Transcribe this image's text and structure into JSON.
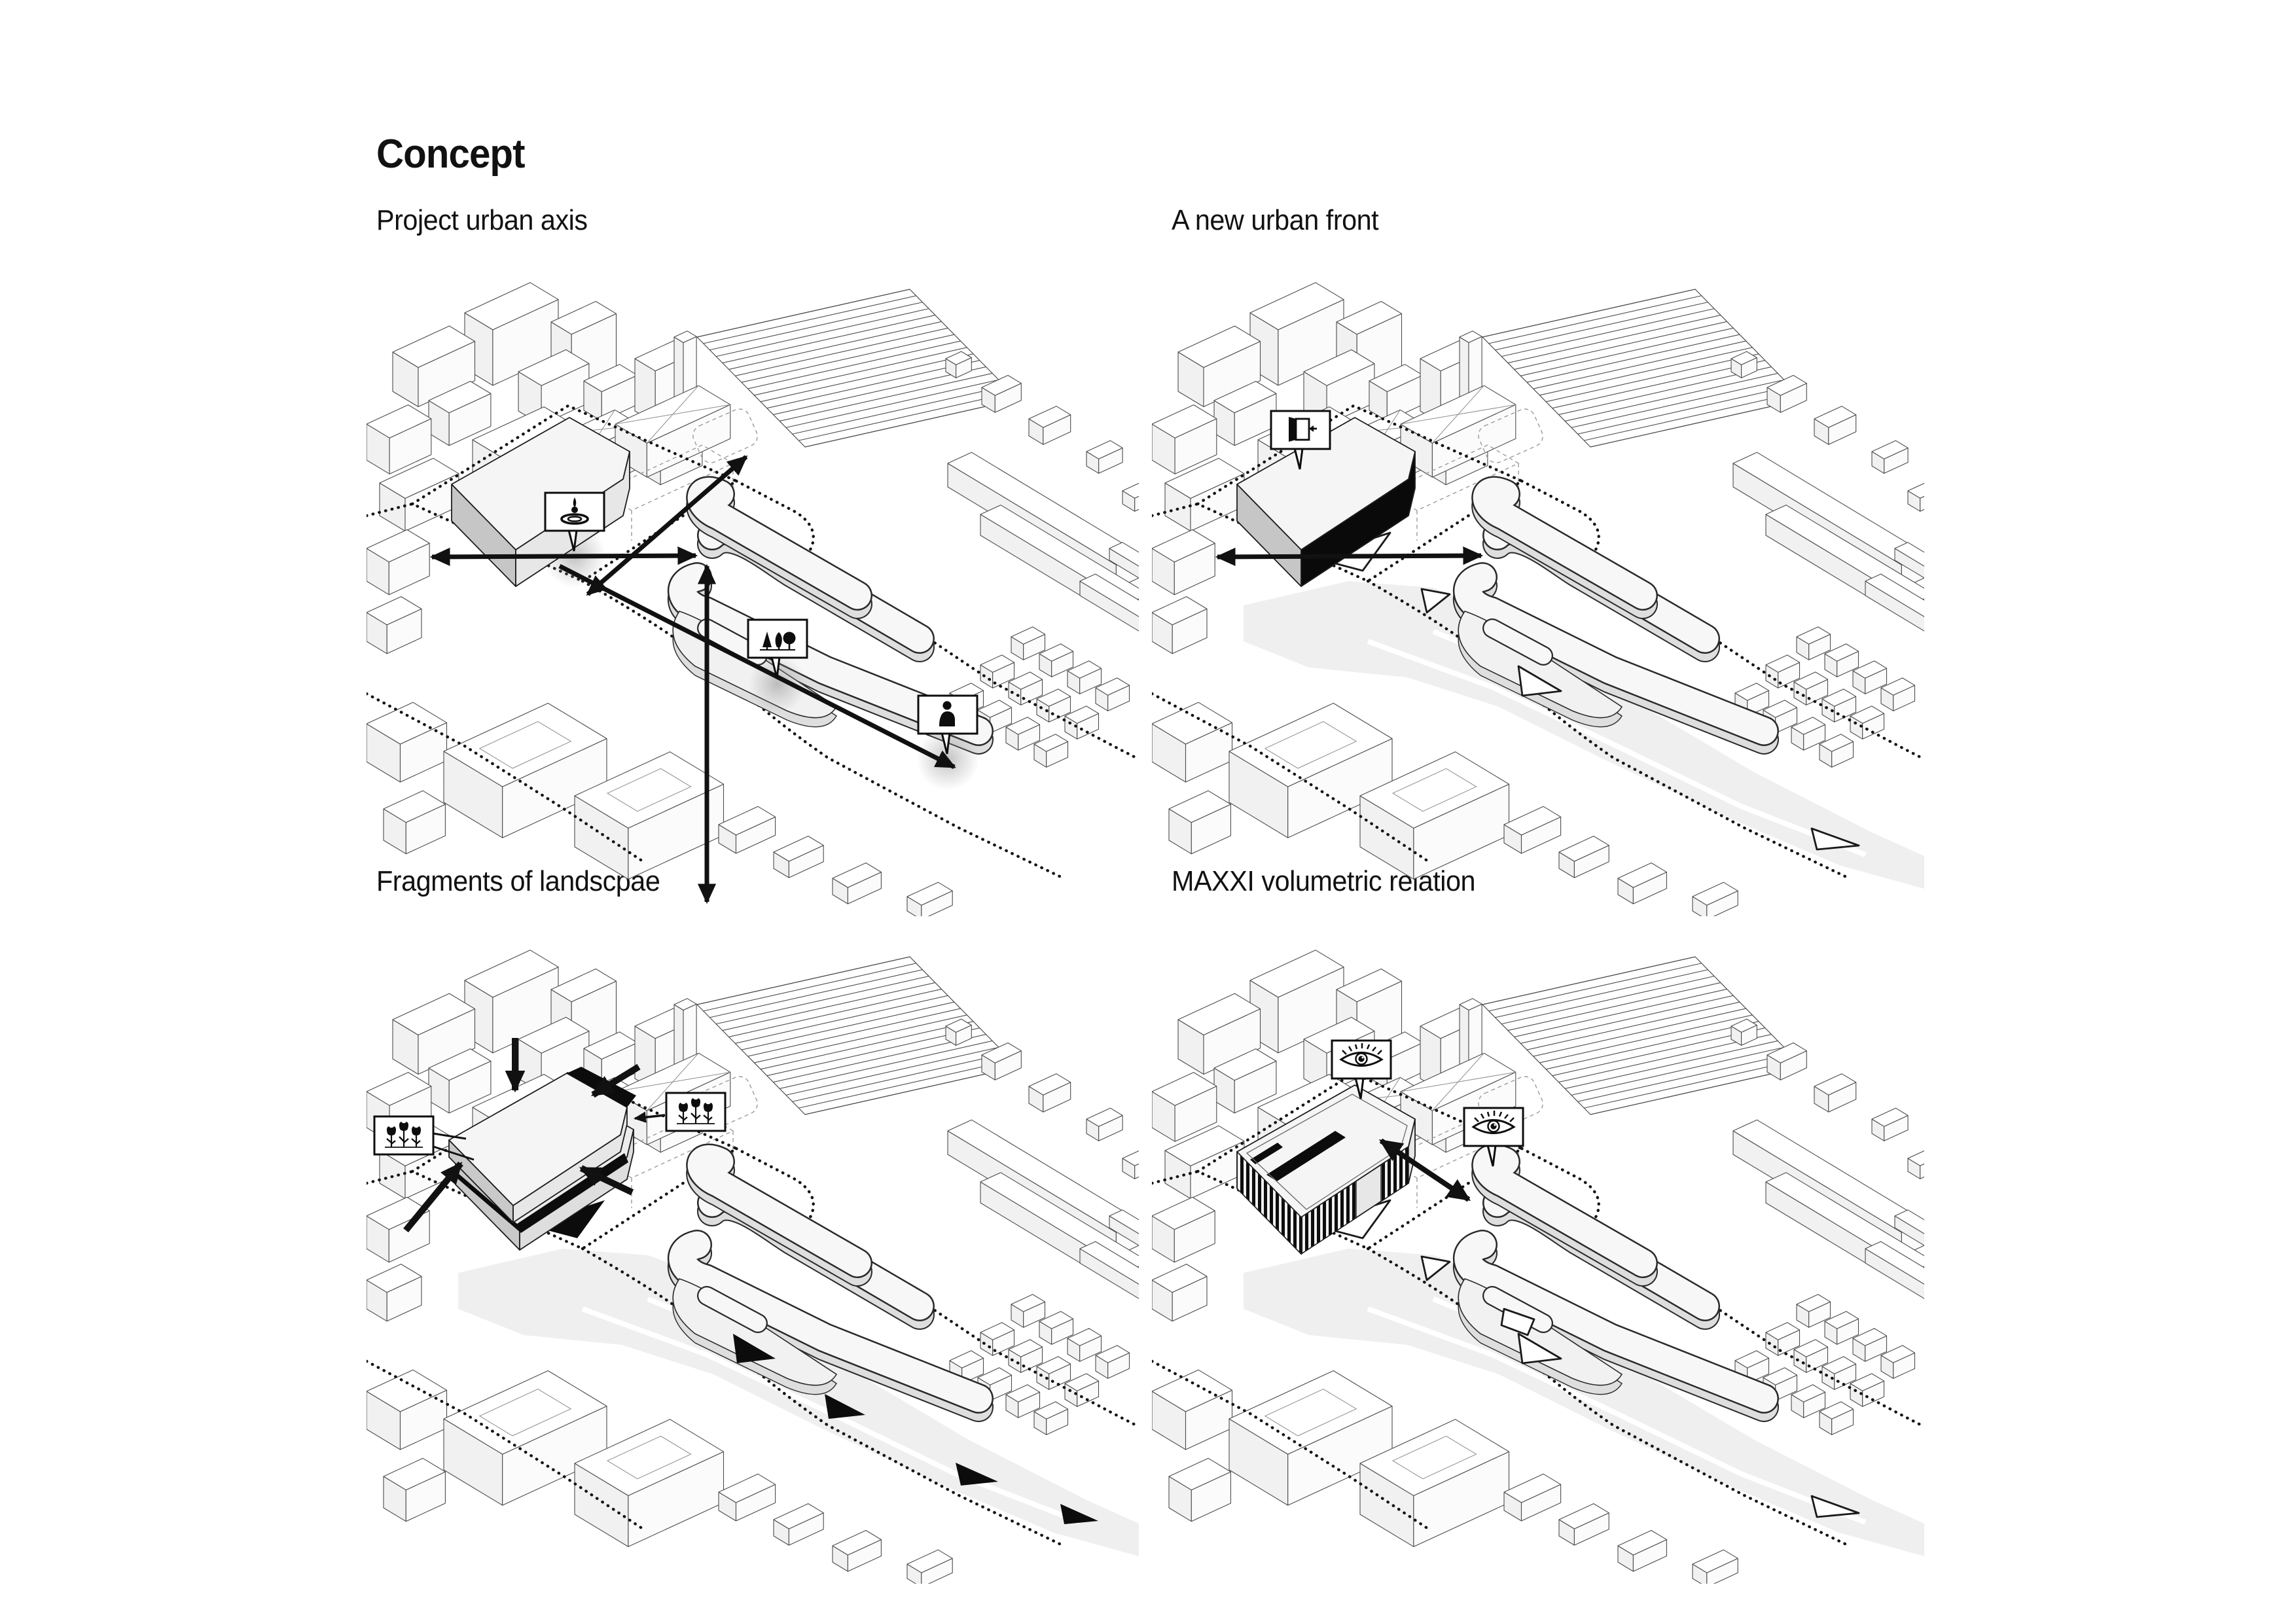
{
  "title": "Concept",
  "panels": [
    {
      "id": "project-urban-axis",
      "label": "Project urban axis",
      "icons": [
        "water-droplet-icon",
        "trees-icon",
        "person-icon"
      ],
      "features": [
        "crossing axis arrows",
        "site focus spots"
      ]
    },
    {
      "id": "a-new-urban-front",
      "label": "A new urban front",
      "icons": [
        "door-icon"
      ],
      "features": [
        "black front facade",
        "horizontal axis arrow"
      ]
    },
    {
      "id": "fragments-of-landscape",
      "label": "Fragments of landscpae",
      "icons": [
        "flowers-icon",
        "flowers-icon"
      ],
      "features": [
        "converging arrows",
        "black landscape fragments"
      ]
    },
    {
      "id": "maxxi-volumetric-relation",
      "label": "MAXXI volumetric relation",
      "icons": [
        "eye-icon",
        "eye-icon"
      ],
      "features": [
        "double-headed sight arrow",
        "louvered facade"
      ]
    }
  ],
  "colors": {
    "ink": "#111111",
    "outline": "#4d4d4d",
    "building_top": "#f5f5f5",
    "building_side": "#c6c6c6",
    "maxxi_fill": "#f7f7f7",
    "maxxi_side": "#dedede",
    "plaza": "#efefef",
    "highlight": "#000000",
    "background": "#ffffff"
  }
}
